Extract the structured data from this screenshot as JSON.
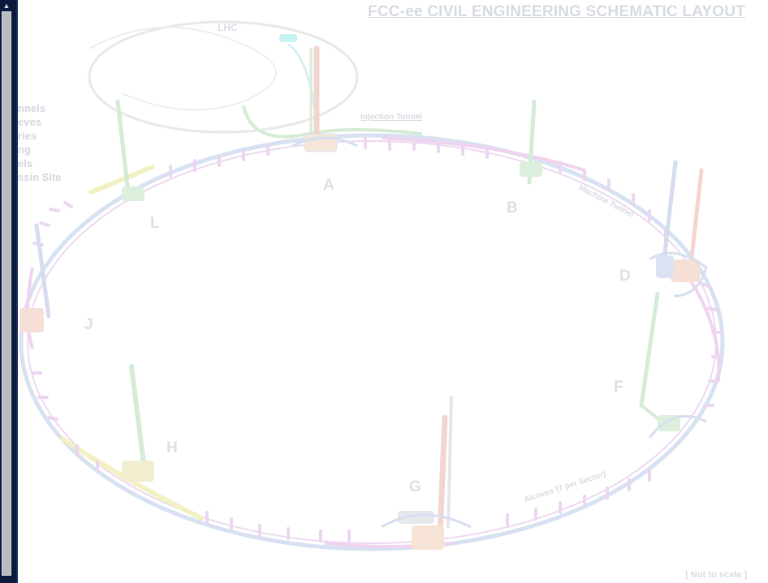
{
  "title": "FCC-ee CIVIL ENGINEERING SCHEMATIC LAYOUT",
  "note": "[ Not to scale ]",
  "labels": {
    "lhc": "LHC",
    "injection_tunnel": "Injection Tunnel",
    "machine_tunnel": "Machine Tunnel",
    "alcoves": "Alcoves (7 per Sector)"
  },
  "legend": [
    "nnels",
    "eves",
    "ries",
    "ng",
    "els",
    "ssin Site"
  ],
  "points": [
    "A",
    "B",
    "D",
    "F",
    "G",
    "H",
    "J",
    "L"
  ],
  "colors": {
    "panel": "#0c1a3e",
    "tunnel_blue": "#d3def1",
    "tunnel_pink": "#f2d3ef",
    "tunnel_yellow": "#f4f1c2",
    "shaft_green": "#d3ecd6",
    "shaft_red": "#f3d4d0",
    "shaft_blue": "#d2dcee"
  }
}
